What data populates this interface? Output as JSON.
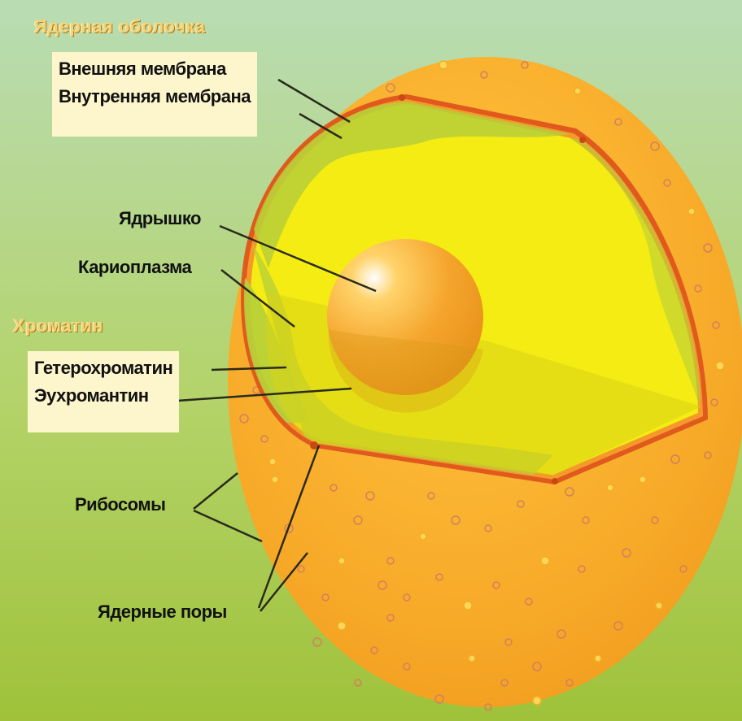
{
  "groups": {
    "envelope": {
      "title": "Ядерная оболочка",
      "outer_membrane": "Внешняя мембрана",
      "inner_membrane": "Внутренняя мембрана"
    },
    "chromatin": {
      "title": "Хроматин",
      "heterochromatin": "Гетерохроматин",
      "euchromatin": "Эухромантин"
    }
  },
  "labels": {
    "nucleolus": "Ядрышко",
    "karyoplasm": "Кариоплазма",
    "ribosomes": "Рибосомы",
    "nuclear_pores": "Ядерные поры"
  },
  "colors": {
    "background_top": "#b9dcb4",
    "background_bottom": "#9fc23a",
    "cell_outer": "#f7a928",
    "nucleus_envelope": "#e05a1e",
    "nucleoplasm": "#f4ec12",
    "chromatin_green": "#b6cf3a",
    "nucleolus": "#f5a52c",
    "leader_line": "#2a2a1a"
  }
}
